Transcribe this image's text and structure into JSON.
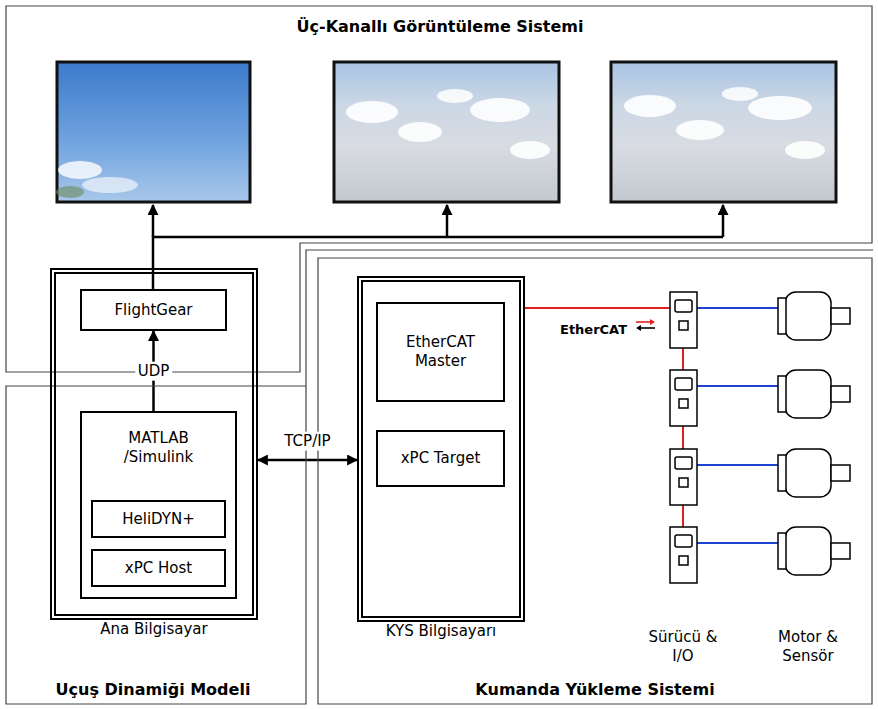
{
  "diagram": {
    "nodes": [
      {
        "text": [
          "Üç-Kanallı Görüntüleme Sistemi"
        ]
      },
      {
        "text": [
          "Uçuş Dinamiği Modeli"
        ]
      },
      {
        "text": [
          "Ana Bilgisayar"
        ],
        "in": 1
      },
      {
        "text": [
          "FlightGear"
        ],
        "in": 2
      },
      {
        "text": [
          "MATLAB /Simulink"
        ],
        "in": 2
      },
      {
        "text": [
          "HeliDYN+"
        ],
        "in": 4
      },
      {
        "text": [
          "xPC Host"
        ],
        "in": 4
      },
      {
        "text": [
          "Kumanda Yükleme Sistemi"
        ]
      },
      {
        "text": [
          "KYS Bilgisayarı"
        ],
        "in": 7
      },
      {
        "text": [
          "EtherCAT Master"
        ],
        "in": 8
      },
      {
        "text": [
          "xPC Target"
        ],
        "in": 8
      }
    ],
    "edges": [
      {
        "from": 4,
        "to": 3,
        "arrow": "to",
        "label": "UDP"
      },
      {
        "from": 2,
        "to": 8,
        "arrow": "both",
        "label": "TCP/IP"
      }
    ],
    "labels": [
      "EtherCAT",
      "Sürücü & I/O",
      "Motor & Sensör"
    ]
  }
}
